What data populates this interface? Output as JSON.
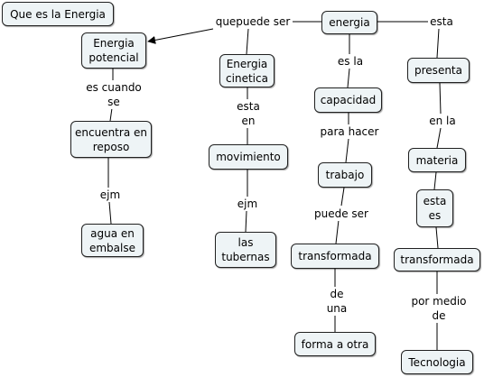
{
  "map": {
    "title_node": "Que es la Energia",
    "nodes": {
      "energia": "energia",
      "energia_potencial": "Energia\npotencial",
      "energia_cinetica": "Energia\ncinetica",
      "presenta": "presenta",
      "capacidad": "capacidad",
      "encuentra_reposo": "encuentra en\nreposo",
      "movimiento": "movimiento",
      "materia": "materia",
      "trabajo": "trabajo",
      "esta_es": "esta\nes",
      "agua_embalse": "agua en\nembalse",
      "las_tubernas": "las\ntubernas",
      "transformada_1": "transformada",
      "transformada_2": "transformada",
      "forma_otra": "forma a otra",
      "tecnologia": "Tecnologia"
    },
    "links": {
      "quepuede_ser": "quepuede ser",
      "esta_1": "esta",
      "es_la": "es la",
      "es_cuando_se": "es cuando\nse",
      "esta_en": "esta\nen",
      "en_la": "en la",
      "para_hacer": "para hacer",
      "ejm_1": "ejm",
      "ejm_2": "ejm",
      "puede_ser": "puede ser",
      "de_una": "de\nuna",
      "por_medio_de": "por medio\nde"
    }
  }
}
